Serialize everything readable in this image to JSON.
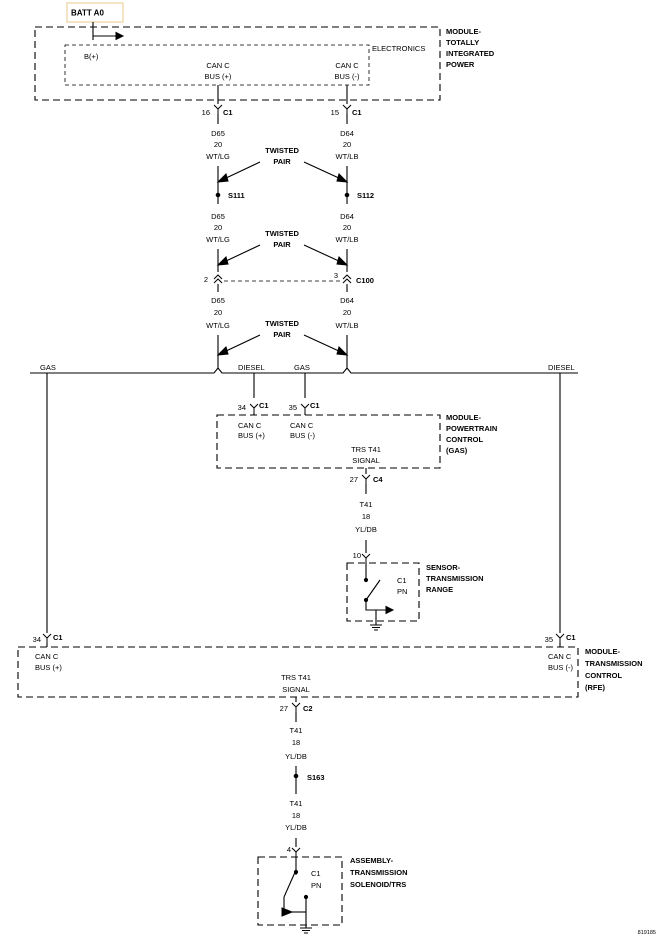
{
  "batt": {
    "label": "BATT A0"
  },
  "tipm": {
    "bplus": "B(+)",
    "can_plus_l1": "CAN C",
    "can_plus_l2": "BUS (+)",
    "can_minus_l1": "CAN C",
    "can_minus_l2": "BUS (-)",
    "electronics": "ELECTRONICS",
    "name_l1": "MODULE-",
    "name_l2": "TOTALLY",
    "name_l3": "INTEGRATED",
    "name_l4": "POWER",
    "pin_plus": "16",
    "pin_minus": "15",
    "conn": "C1"
  },
  "wire_left": {
    "circuit": "D65",
    "gauge": "20",
    "color": "WT/LG"
  },
  "wire_right": {
    "circuit": "D64",
    "gauge": "20",
    "color": "WT/LB"
  },
  "twisted": {
    "l1": "TWISTED",
    "l2": "PAIR"
  },
  "splices": {
    "left": "S111",
    "right": "S112",
    "lower": "S163"
  },
  "c100": {
    "name": "C100",
    "pin_left": "2",
    "pin_right": "3"
  },
  "branches": {
    "gas_left": "GAS",
    "diesel_mid": "DIESEL",
    "gas_mid": "GAS",
    "diesel_right": "DIESEL"
  },
  "pcm": {
    "pin_plus": "34",
    "pin_minus": "35",
    "conn": "C1",
    "can_plus_l1": "CAN C",
    "can_plus_l2": "BUS (+)",
    "can_minus_l1": "CAN C",
    "can_minus_l2": "BUS (-)",
    "trs_l1": "TRS T41",
    "trs_l2": "SIGNAL",
    "name_l1": "MODULE-",
    "name_l2": "POWERTRAIN",
    "name_l3": "CONTROL",
    "name_l4": "(GAS)",
    "trs_pin": "27",
    "trs_conn": "C4"
  },
  "wire_t41": {
    "circuit": "T41",
    "gauge": "18",
    "color": "YL/DB"
  },
  "trs_sensor": {
    "pin": "10",
    "conn": "C1",
    "conn_l2": "PN",
    "name_l1": "SENSOR-",
    "name_l2": "TRANSMISSION",
    "name_l3": "RANGE"
  },
  "tcm": {
    "pin_plus": "34",
    "pin_minus": "35",
    "conn": "C1",
    "can_plus_l1": "CAN C",
    "can_plus_l2": "BUS (+)",
    "can_minus_l1": "CAN C",
    "can_minus_l2": "BUS (-)",
    "trs_l1": "TRS T41",
    "trs_l2": "SIGNAL",
    "name_l1": "MODULE-",
    "name_l2": "TRANSMISSION",
    "name_l3": "CONTROL",
    "name_l4": "(RFE)",
    "trs_pin": "27",
    "trs_conn": "C2"
  },
  "solenoid": {
    "pin": "4",
    "conn": "C1",
    "conn_l2": "PN",
    "name_l1": "ASSEMBLY-",
    "name_l2": "TRANSMISSION",
    "name_l3": "SOLENOID/TRS"
  },
  "figure_id": "819185"
}
